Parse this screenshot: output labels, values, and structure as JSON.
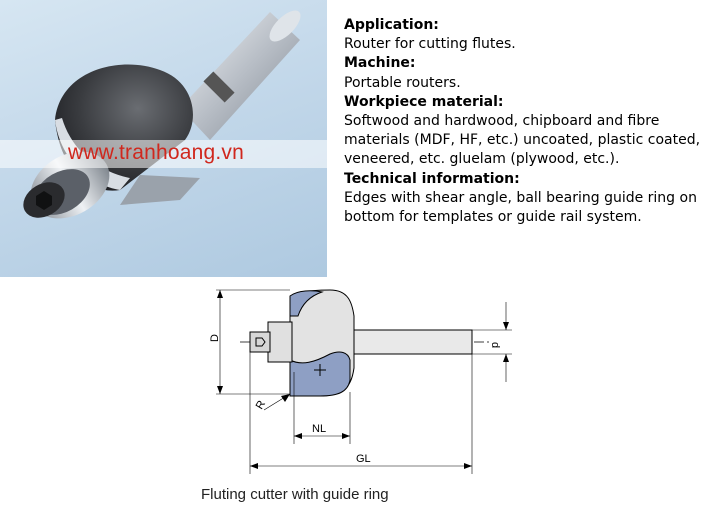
{
  "watermark": "www.tranhoang.vn",
  "spec": [
    {
      "heading": "Application:",
      "lines": [
        "Router for cutting flutes."
      ]
    },
    {
      "heading": "Machine:",
      "lines": [
        "Portable routers."
      ]
    },
    {
      "heading": "Workpiece material:",
      "lines": [
        "Softwood and hardwood, chipboard and fibre",
        "materials (MDF, HF, etc.) uncoated, plastic coated,",
        "veneered, etc. gluelam (plywood, etc.)."
      ]
    },
    {
      "heading": "Technical information:",
      "lines": [
        "Edges with shear angle, ball bearing guide ring on",
        "bottom for templates or guide rail system."
      ]
    }
  ],
  "drawing": {
    "labels": {
      "D": "D",
      "d": "d",
      "R": "R",
      "NL": "NL",
      "GL": "GL"
    },
    "caption": "Fluting cutter with guide ring"
  },
  "colors": {
    "watermark": "#d0271d",
    "cutter_blue": "#8e9fc4",
    "photo_bg": "#c3d8ea"
  }
}
